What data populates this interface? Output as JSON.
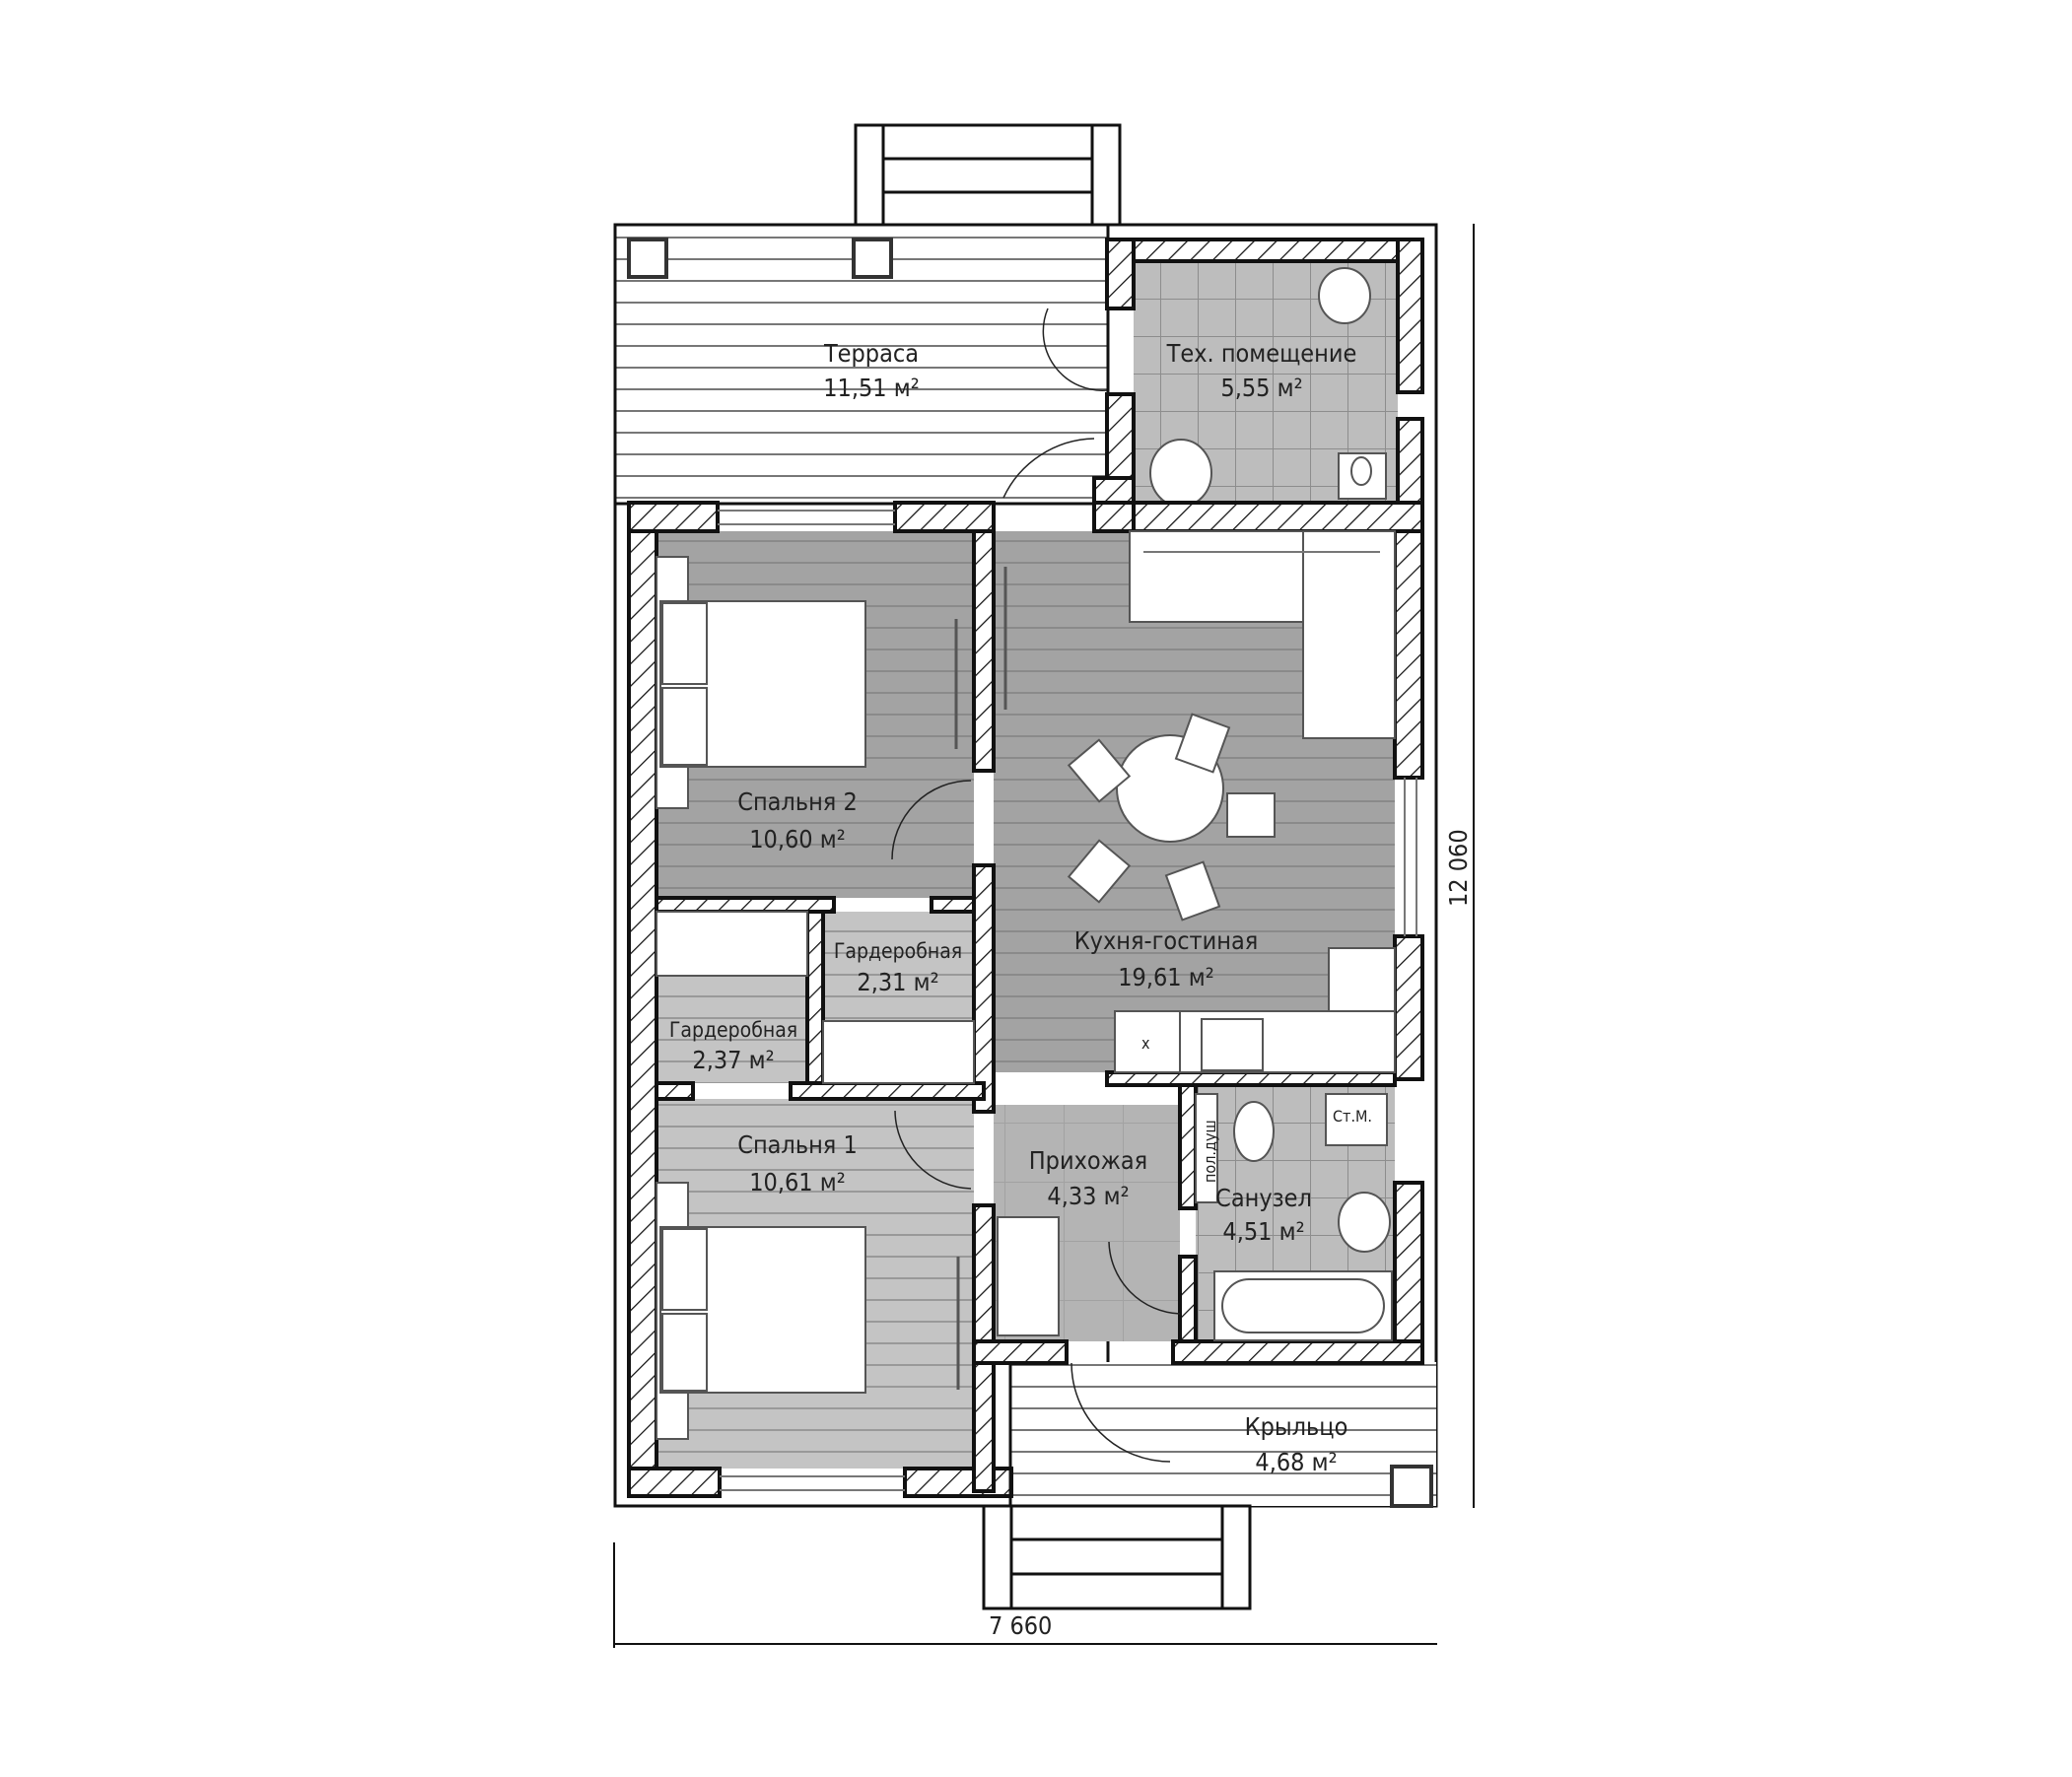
{
  "plan": {
    "rooms": [
      {
        "id": "terrace",
        "name": "Терраса",
        "area": "11,51 м²"
      },
      {
        "id": "tech",
        "name": "Тех. помещение",
        "area": "5,55 м²"
      },
      {
        "id": "bedroom2",
        "name": "Спальня 2",
        "area": "10,60 м²"
      },
      {
        "id": "kitchen",
        "name": "Кухня-гостиная",
        "area": "19,61 м²"
      },
      {
        "id": "wardrobe_right",
        "name": "Гардеробная",
        "area": "2,31 м²"
      },
      {
        "id": "wardrobe_left",
        "name": "Гардеробная",
        "area": "2,37 м²"
      },
      {
        "id": "bedroom1",
        "name": "Спальня 1",
        "area": "10,61 м²"
      },
      {
        "id": "hallway",
        "name": "Прихожая",
        "area": "4,33 м²"
      },
      {
        "id": "bathroom",
        "name": "Санузел",
        "area": "4,51 м²"
      },
      {
        "id": "porch",
        "name": "Крыльцо",
        "area": "4,68 м²"
      }
    ],
    "fixtures": {
      "shower_label": "пол.душ",
      "washer_label": "Ст.М.",
      "sink_mark": "x"
    },
    "dimensions": {
      "width": "7 660",
      "height": "12 060"
    }
  },
  "colors": {
    "living_floor": "#a3a3a3",
    "light_floor": "#c4c4c4",
    "tile_floor": "#bdbdbd",
    "wall_outline": "#111111",
    "background": "#ffffff"
  }
}
